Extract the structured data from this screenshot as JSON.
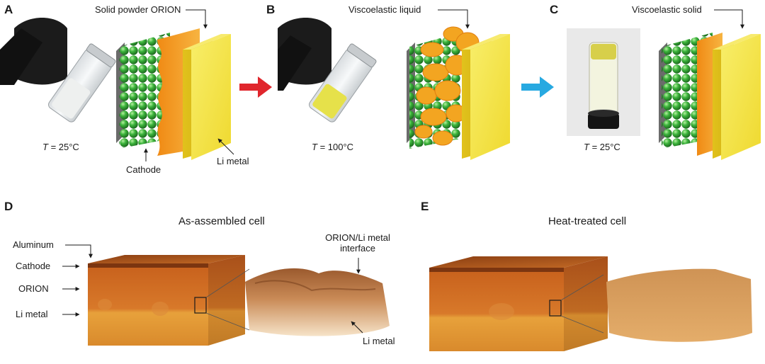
{
  "panels": {
    "a": "A",
    "b": "B",
    "c": "C",
    "d": "D",
    "e": "E"
  },
  "labels": {
    "solid_powder": "Solid powder ORION",
    "viscoelastic_liquid": "Viscoelastic liquid",
    "viscoelastic_solid": "Viscoelastic solid",
    "cathode": "Cathode",
    "li_metal": "Li metal",
    "as_assembled": "As-assembled cell",
    "heat_treated": "Heat-treated cell",
    "aluminum": "Aluminum",
    "d_cathode": "Cathode",
    "d_orion": "ORION",
    "d_li_metal": "Li metal",
    "interface_line1": "ORION/Li metal",
    "interface_line2": "interface",
    "d_zoom_li_metal": "Li metal"
  },
  "temperatures": {
    "a_T": "T",
    "a_val": " = 25°C",
    "b_T": "T",
    "b_val": " = 100°C",
    "c_T": "T",
    "c_val": " = 25°C"
  },
  "colors": {
    "sphere_green": "#3cb43c",
    "orion_orange": "#f5a623",
    "li_yellow": "#f2e040",
    "arrow_red": "#e0262c",
    "arrow_blue": "#27a9e1",
    "copper": "#b55a1e"
  }
}
